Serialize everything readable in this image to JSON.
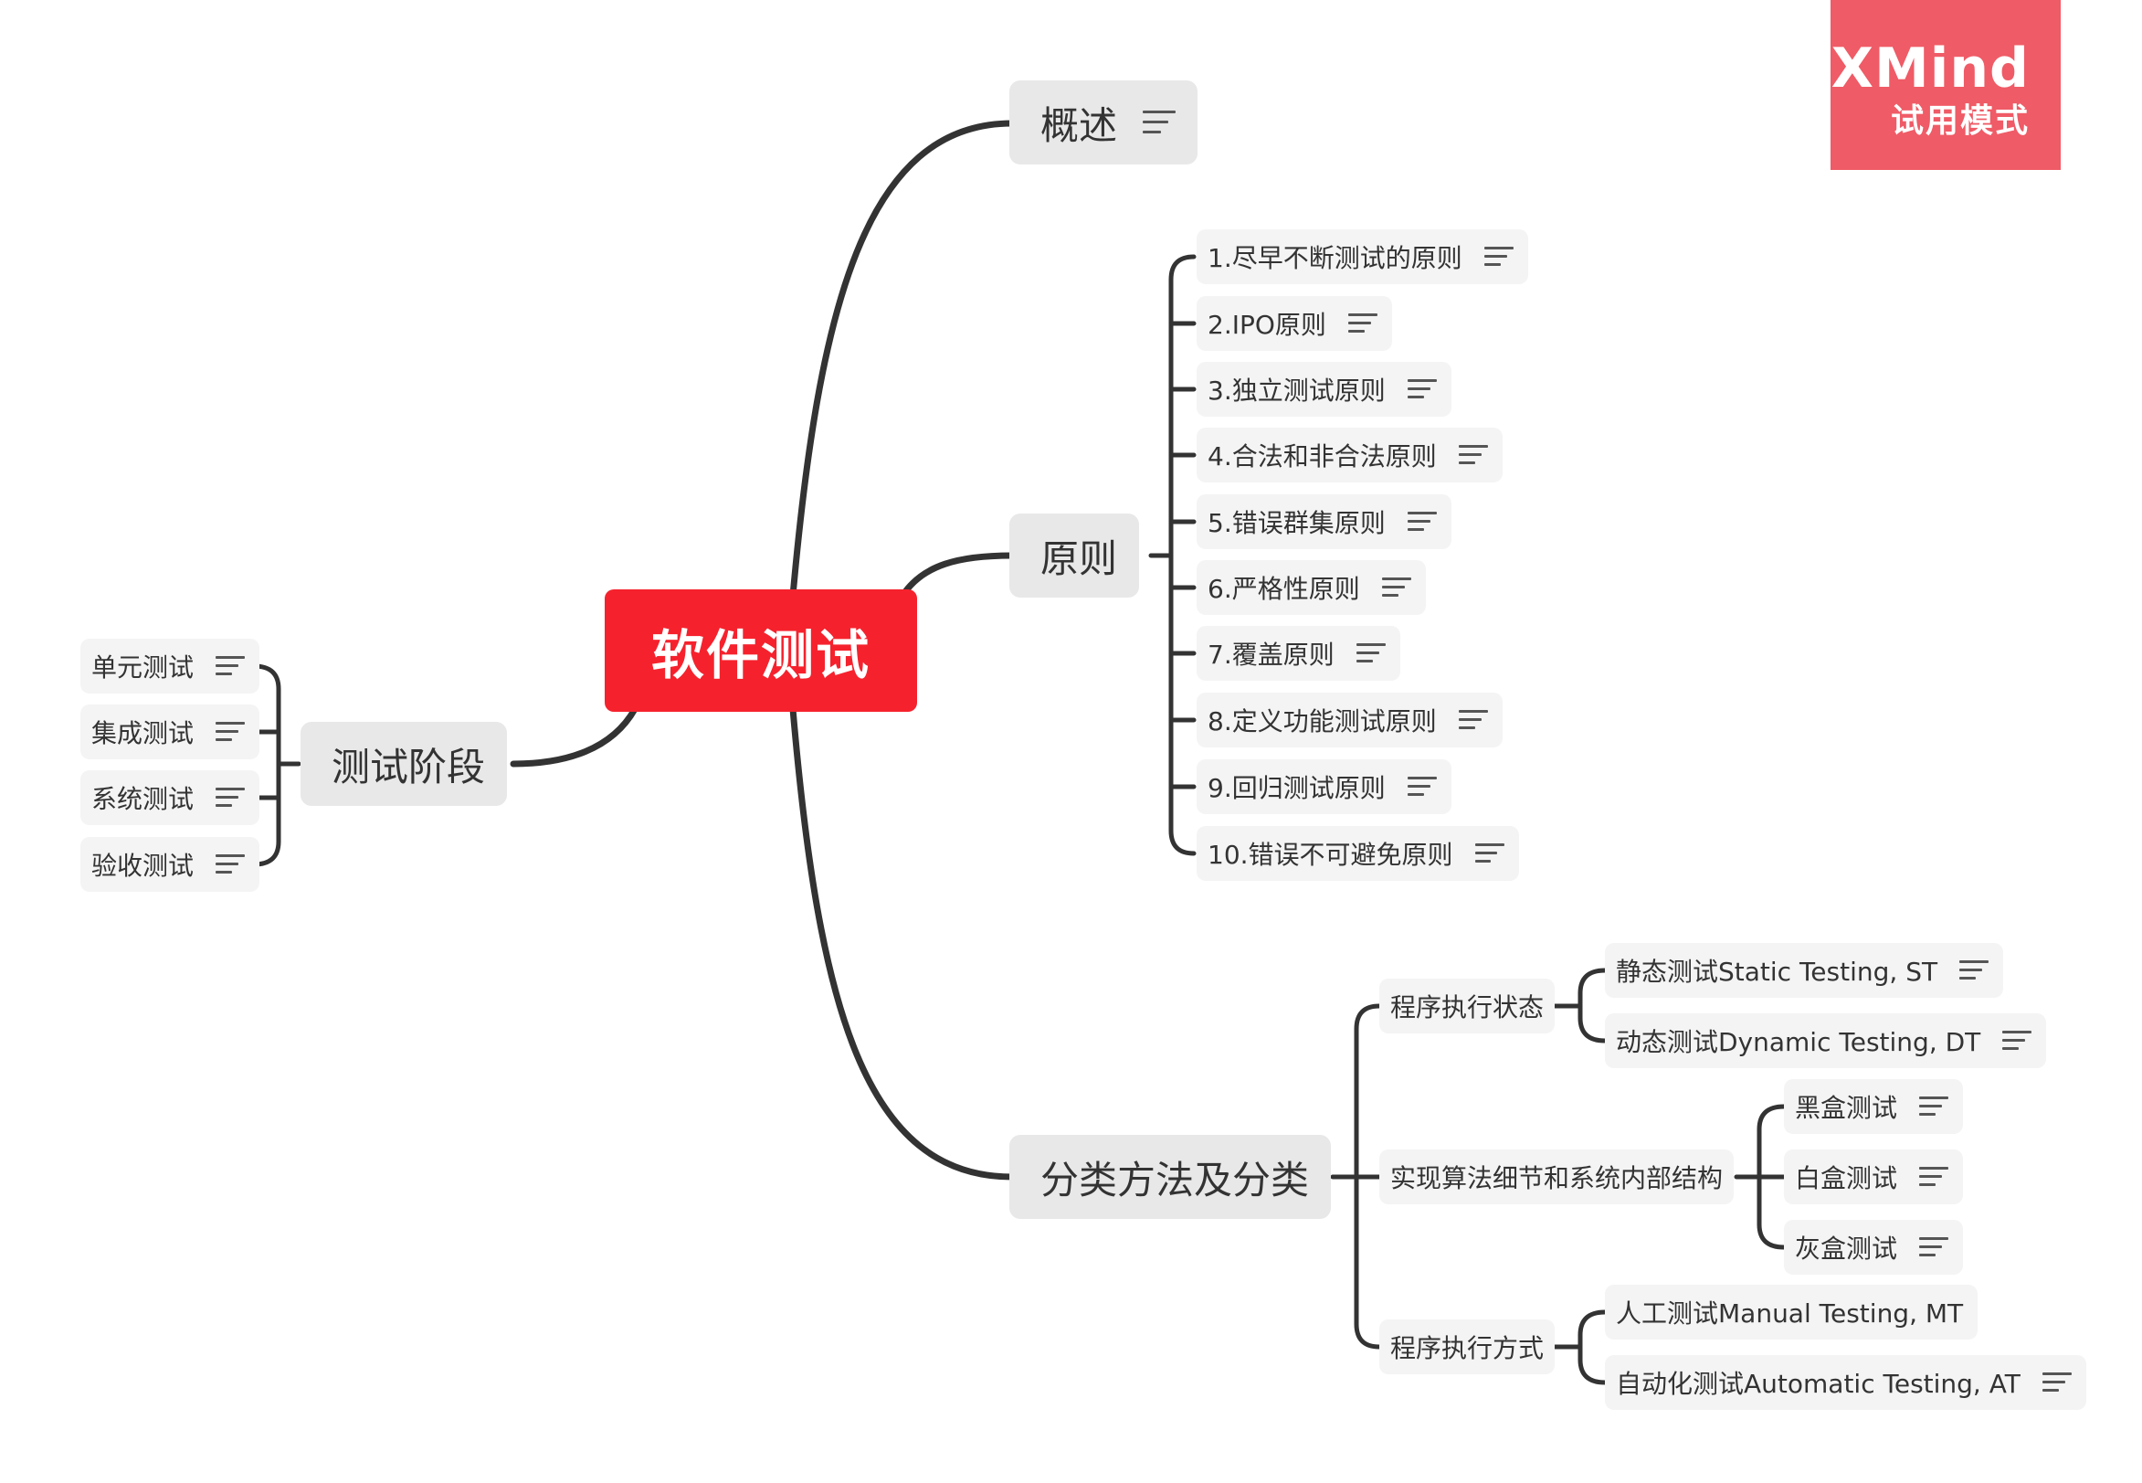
{
  "watermark": {
    "logo": "XMind",
    "mode": "试用模式"
  },
  "root": {
    "label": "软件测试",
    "color": "#f5222d"
  },
  "branches": {
    "overview": {
      "label": "概述",
      "has_note": true
    },
    "principles": {
      "label": "原则",
      "items": [
        {
          "label": "1.尽早不断测试的原则",
          "has_note": true
        },
        {
          "label": "2.IPO原则",
          "has_note": true
        },
        {
          "label": "3.独立测试原则",
          "has_note": true
        },
        {
          "label": "4.合法和非合法原则",
          "has_note": true
        },
        {
          "label": "5.错误群集原则",
          "has_note": true
        },
        {
          "label": "6.严格性原则",
          "has_note": true
        },
        {
          "label": "7.覆盖原则",
          "has_note": true
        },
        {
          "label": "8.定义功能测试原则",
          "has_note": true
        },
        {
          "label": "9.回归测试原则",
          "has_note": true
        },
        {
          "label": "10.错误不可避免原则",
          "has_note": true
        }
      ]
    },
    "stages": {
      "label": "测试阶段",
      "items": [
        {
          "label": "单元测试",
          "has_note": true
        },
        {
          "label": "集成测试",
          "has_note": true
        },
        {
          "label": "系统测试",
          "has_note": true
        },
        {
          "label": "验收测试",
          "has_note": true
        }
      ]
    },
    "classification": {
      "label": "分类方法及分类",
      "groups": [
        {
          "label": "程序执行状态",
          "items": [
            {
              "label": "静态测试Static Testing, ST",
              "has_note": true
            },
            {
              "label": "动态测试Dynamic Testing, DT",
              "has_note": true
            }
          ]
        },
        {
          "label": "实现算法细节和系统内部结构",
          "items": [
            {
              "label": "黑盒测试",
              "has_note": true
            },
            {
              "label": "白盒测试",
              "has_note": true
            },
            {
              "label": "灰盒测试",
              "has_note": true
            }
          ]
        },
        {
          "label": "程序执行方式",
          "items": [
            {
              "label": "人工测试Manual Testing, MT",
              "has_note": false
            },
            {
              "label": "自动化测试Automatic Testing, AT",
              "has_note": true
            }
          ]
        }
      ]
    }
  }
}
